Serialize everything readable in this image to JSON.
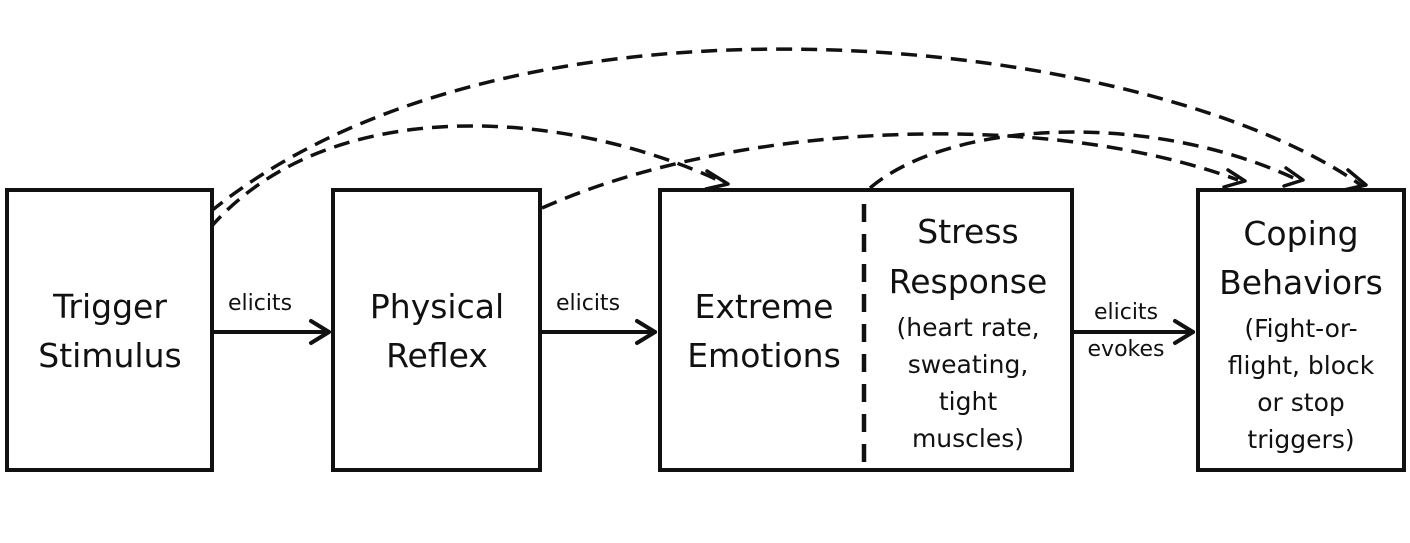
{
  "nodes": {
    "trigger": {
      "lines": [
        "Trigger",
        "Stimulus"
      ]
    },
    "reflex": {
      "lines": [
        "Physical",
        "Reflex"
      ]
    },
    "emotions": {
      "lines": [
        "Extreme",
        "Emotions"
      ]
    },
    "stress": {
      "title_lines": [
        "Stress",
        "Response"
      ],
      "detail_lines": [
        "(heart rate,",
        "sweating,",
        "tight",
        "muscles)"
      ]
    },
    "coping": {
      "title_lines": [
        "Coping",
        "Behaviors"
      ],
      "detail_lines": [
        "(Fight-or-",
        "flight, block",
        "or stop",
        "triggers)"
      ]
    }
  },
  "edges": {
    "trigger_to_reflex": "elicits",
    "reflex_to_emotions": "elicits",
    "emotions_to_coping_top": "elicits",
    "emotions_to_coping_bottom": "evokes"
  }
}
